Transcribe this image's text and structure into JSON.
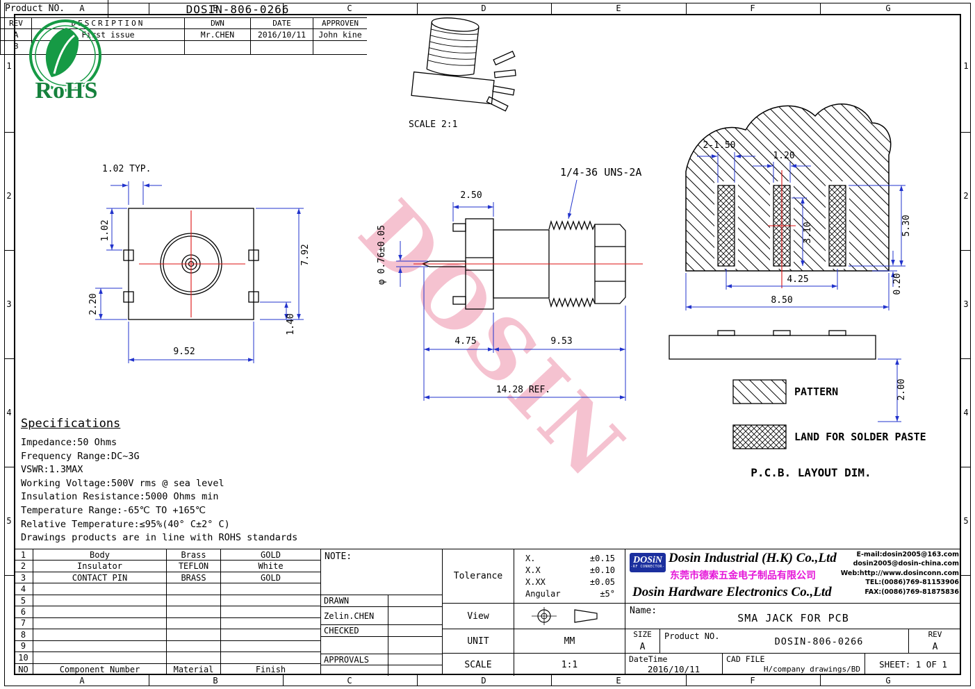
{
  "colors": {
    "dim_line": "#2233cc",
    "center_line": "#dd1111",
    "watermark_pink": "#ed8faa",
    "rohs_green": "#169a45",
    "logo_blue": "#1b2f9e",
    "company_cn_magenta": "#e515d8"
  },
  "grid": {
    "top": [
      "A",
      "B",
      "C",
      "D",
      "E",
      "F",
      "G"
    ],
    "bottom": [
      "A",
      "B",
      "C",
      "D",
      "E",
      "F",
      "G"
    ],
    "left": [
      "1",
      "2",
      "3",
      "4",
      "5"
    ],
    "right": [
      "1",
      "2",
      "3",
      "4",
      "5"
    ]
  },
  "rohs": {
    "label": "RoHS"
  },
  "title_block": {
    "product_no_label": "Product NO.",
    "product_no": "DOSIN-806-0266",
    "headers": {
      "rev": "REV",
      "description": "DESCRIPTION",
      "dwn": "DWN",
      "date": "DATE",
      "approven": "APPROVEN"
    },
    "row_a": {
      "rev": "A",
      "description": "First issue",
      "dwn": "Mr.CHEN",
      "date": "2016/10/11",
      "approven": "John kine"
    },
    "row_b": {
      "rev": "B",
      "description": "",
      "dwn": "",
      "date": "",
      "approven": ""
    }
  },
  "views": {
    "scale_label": "SCALE 2:1",
    "thread_label": "1/4-36 UNS-2A",
    "front": {
      "dim_width_typ": "1.02 TYP.",
      "dim_tab_offset": "1.02",
      "dim_bottom": "2.20",
      "dim_width": "9.52",
      "dim_height": "7.92",
      "dim_tab": "1.40"
    },
    "side": {
      "dim_flange": "2.50",
      "dim_pin": "φ 0.76±0.05",
      "dim_front_len": "4.75",
      "dim_body_len": "9.53",
      "dim_total": "14.28 REF."
    },
    "pcb": {
      "dim_holes": "2-1.50",
      "dim_pad_w": "1.20",
      "dim_pad_h": "3.10",
      "dim_land_h": "5.30",
      "dim_pitch": "4.25",
      "dim_width": "8.50",
      "dim_mask": "0.20",
      "dim_edge": "2.00",
      "pattern_label": "PATTERN",
      "solder_label": "LAND FOR SOLDER PASTE",
      "layout_title": "P.C.B. LAYOUT DIM."
    }
  },
  "watermark": "DOSIN",
  "specifications": {
    "title": "Specifications",
    "lines": [
      "Impedance:50 Ohms",
      "Frequency Range:DC~3G",
      "VSWR:1.3MAX",
      "Working Voltage:500V rms @ sea level",
      "Insulation Resistance:5000 Ohms min",
      "Temperature Range:-65℃ TO +165℃",
      "Relative Temperature:≤95%(40° C±2° C)",
      "Drawings products are in line with ROHS standards"
    ]
  },
  "parts_table": {
    "header": {
      "no": "NO",
      "component": "Component Number",
      "material": "Material",
      "finish": "Finish"
    },
    "rows": [
      {
        "no": "1",
        "component": "Body",
        "material": "Brass",
        "finish": "GOLD"
      },
      {
        "no": "2",
        "component": "Insulator",
        "material": "TEFLON",
        "finish": "White"
      },
      {
        "no": "3",
        "component": "CONTACT PIN",
        "material": "BRASS",
        "finish": "GOLD"
      },
      {
        "no": "4",
        "component": "",
        "material": "",
        "finish": ""
      },
      {
        "no": "5",
        "component": "",
        "material": "",
        "finish": ""
      },
      {
        "no": "6",
        "component": "",
        "material": "",
        "finish": ""
      },
      {
        "no": "7",
        "component": "",
        "material": "",
        "finish": ""
      },
      {
        "no": "8",
        "component": "",
        "material": "",
        "finish": ""
      },
      {
        "no": "9",
        "component": "",
        "material": "",
        "finish": ""
      },
      {
        "no": "10",
        "component": "",
        "material": "",
        "finish": ""
      }
    ]
  },
  "note_block": {
    "note_label": "NOTE:",
    "drawn_label": "DRAWN",
    "drawn_value": "Zelin.CHEN",
    "checked_label": "CHECKED",
    "approvals_label": "APPROVALS"
  },
  "tolerance": {
    "label": "Tolerance",
    "rows": [
      {
        "k": "X.",
        "v": "±0.15"
      },
      {
        "k": "X.X",
        "v": "±0.10"
      },
      {
        "k": "X.XX",
        "v": "±0.05"
      },
      {
        "k": "Angular",
        "v": "±5°"
      }
    ],
    "view_label": "View",
    "unit_label": "UNIT",
    "unit_value": "MM",
    "scale_label": "SCALE",
    "scale_value": "1:1"
  },
  "company": {
    "logo_text": "DOSiN",
    "logo_sub": "-RF CONNECTOR-",
    "name_en1": "Dosin Industrial (H.K) Co.,Ltd",
    "name_cn": "东莞市德索五金电子制品有限公司",
    "name_en2": "Dosin Hardware Electronics Co.,Ltd",
    "email1": "E-mail:dosin2005@163.com",
    "email2": "dosin2005@dosin-china.com",
    "web": "Web:http://www.dosinconn.com",
    "tel": "TEL:(0086)769-81153906",
    "fax": "FAX:(0086)769-81875836"
  },
  "name_block": {
    "name_label": "Name:",
    "name_value": "SMA JACK FOR PCB",
    "size_label": "SIZE",
    "size_value": "A",
    "product_no_label": "Product NO.",
    "product_no_value": "DOSIN-806-0266",
    "rev_label": "REV",
    "rev_value": "A",
    "datetime_label": "DateTime",
    "datetime_value": "2016/10/11",
    "cad_label": "CAD FILE",
    "cad_value": "H/company drawings/BD",
    "sheet_label": "SHEET: 1 OF 1"
  }
}
